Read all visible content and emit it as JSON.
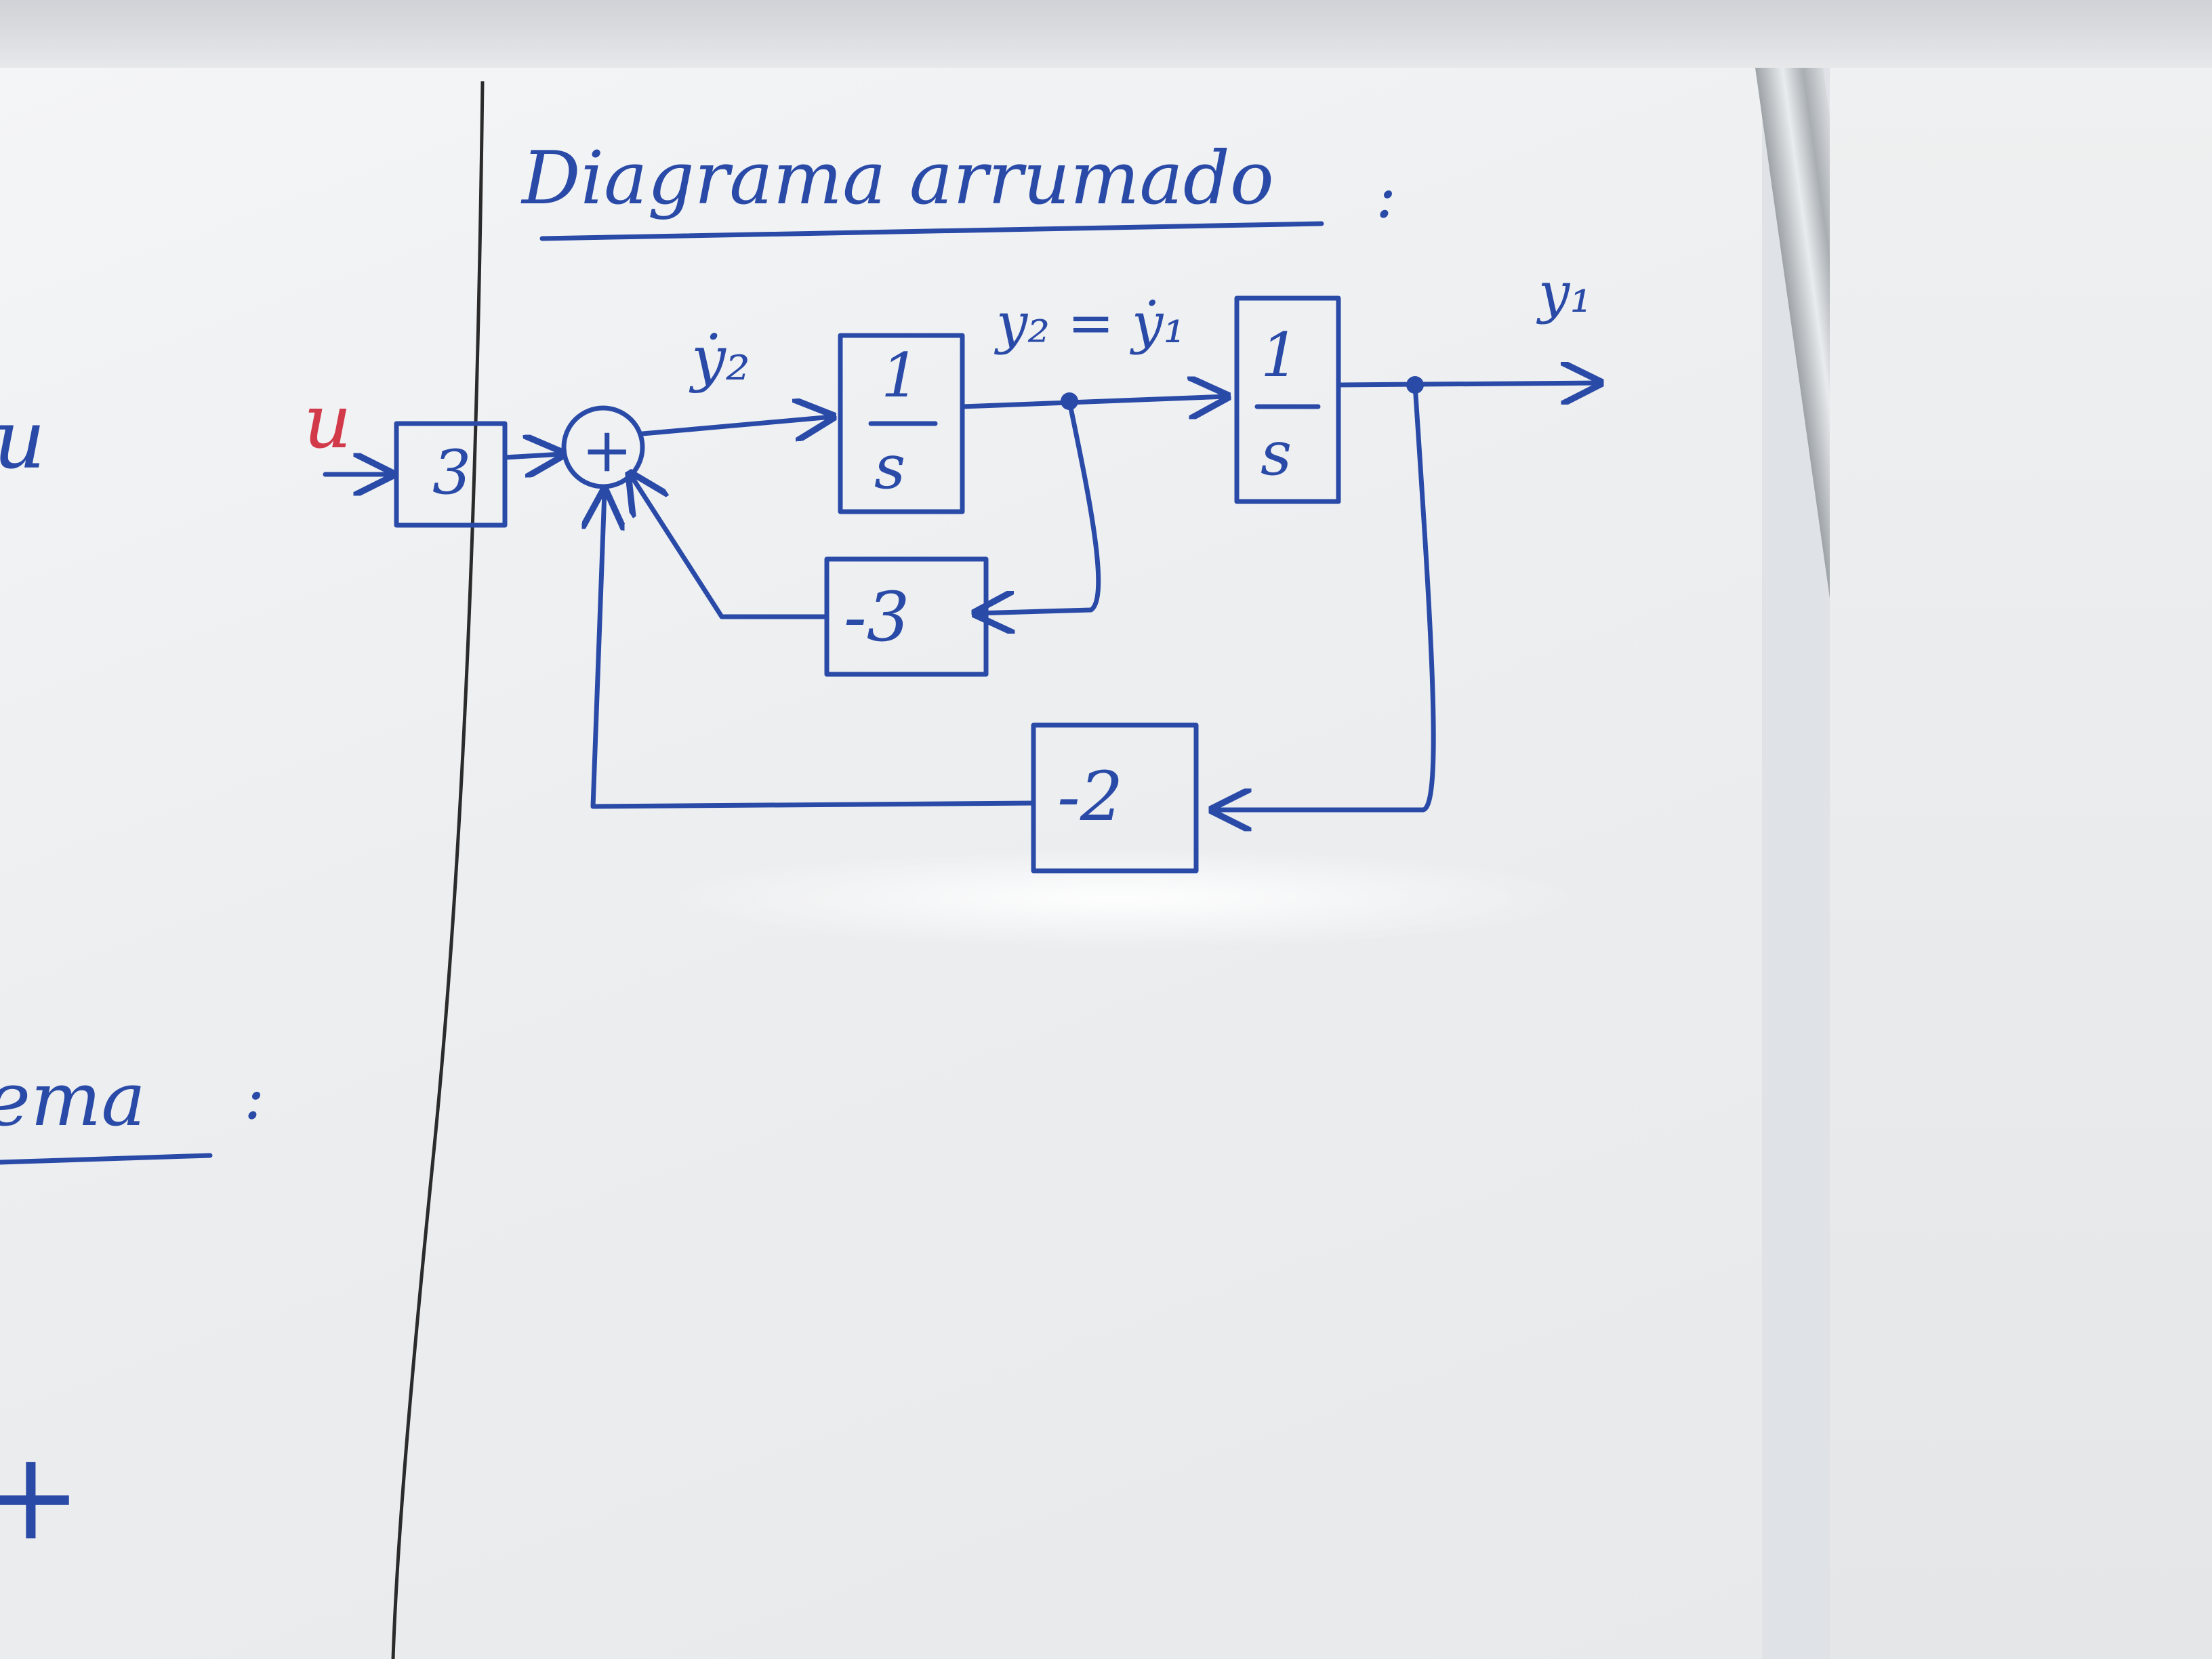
{
  "title": "Diagrama arrumado",
  "title_colon": ":",
  "input_label": "u",
  "gain_block": "3",
  "sum_sign": "+",
  "integrator_1": {
    "num": "1",
    "den": "s"
  },
  "integrator_2": {
    "num": "1",
    "den": "s"
  },
  "signal_y2dot": "ẏ₂",
  "signal_y2_eq": "y₂ = ẏ₁",
  "output_label": "y₁",
  "feedback_inner": "-3",
  "feedback_outer": "-2",
  "left_partial": {
    "u_fragment": "u",
    "word_fragment": "ema",
    "colon": ":",
    "symbol_fragment": "+"
  },
  "colors": {
    "ink": "#2a4aa8",
    "input_ink": "#d23a4a"
  }
}
